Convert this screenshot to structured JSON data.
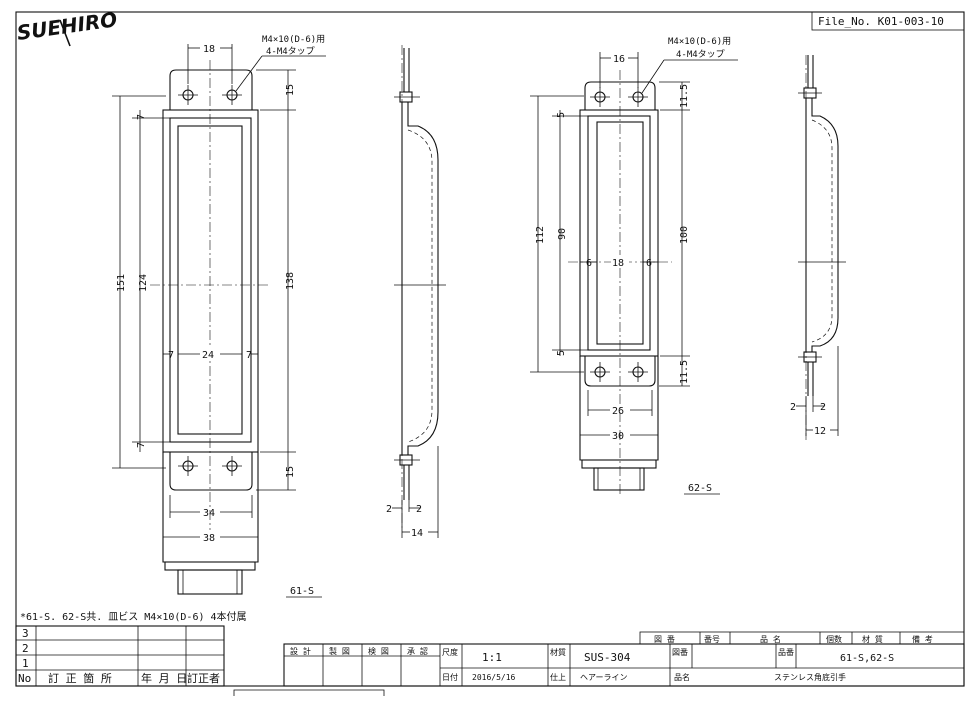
{
  "header": {
    "logo": "SUEHIRO",
    "file_no": "File_No.  K01-003-10"
  },
  "view_61": {
    "callout_line1": "M4×10(D-6)用",
    "callout_line2": "4-M4タップ",
    "dims": {
      "hole_pitch": "18",
      "top_margin": "15",
      "bottom_margin": "15",
      "overall_length": "151",
      "inner_length": "124",
      "plate_length": "138",
      "top_gap": "7",
      "bottom_gap": "7",
      "left_gap": "7",
      "right_gap": "7",
      "inner_width": "24",
      "base_width": "34",
      "overall_width": "38"
    },
    "label": "61-S"
  },
  "side_61": {
    "dims": {
      "thk_left": "2",
      "thk_right": "2",
      "depth": "14"
    }
  },
  "view_62": {
    "callout_line1": "M4×10(D-6)用",
    "callout_line2": "4-M4タップ",
    "dims": {
      "hole_pitch": "16",
      "top_margin": "11.5",
      "bottom_margin": "11.5",
      "overall_length": "112",
      "inner_length": "90",
      "plate_length": "100",
      "top_gap": "5",
      "bottom_gap": "5",
      "left_gap": "6",
      "right_gap": "6",
      "inner_width": "18",
      "base_width": "26",
      "overall_width": "30"
    },
    "label": "62-S"
  },
  "side_62": {
    "dims": {
      "thk_left": "2",
      "thk_right": "2",
      "depth": "12"
    }
  },
  "note": "*61-S. 62-S共. 皿ビス M4×10(D-6) 4本付属",
  "revision_block": {
    "rows": [
      "3",
      "2",
      "1"
    ],
    "header": {
      "no": "No",
      "place": "訂 正 箇 所",
      "date": "年 月 日",
      "by": "訂正者"
    }
  },
  "title_block": {
    "roles": [
      "設 計",
      "製 図",
      "検 図",
      "承 認"
    ],
    "scale_label": "尺度",
    "scale": "1:1",
    "date_label": "日付",
    "date": "2016/5/16",
    "material_label": "材質",
    "material": "SUS-304",
    "finish_label": "仕上",
    "finish": "ヘアーライン",
    "drawing_no_label": "図番",
    "product_no_label": "品番",
    "product_no": "61-S,62-S",
    "product_name_label": "品名",
    "product_name": "ステンレス角底引手"
  },
  "parts_header": {
    "drawing_no": "図 番",
    "number": "番号",
    "name": "品 名",
    "qty": "個数",
    "material": "材 質",
    "remarks": "備 考"
  }
}
